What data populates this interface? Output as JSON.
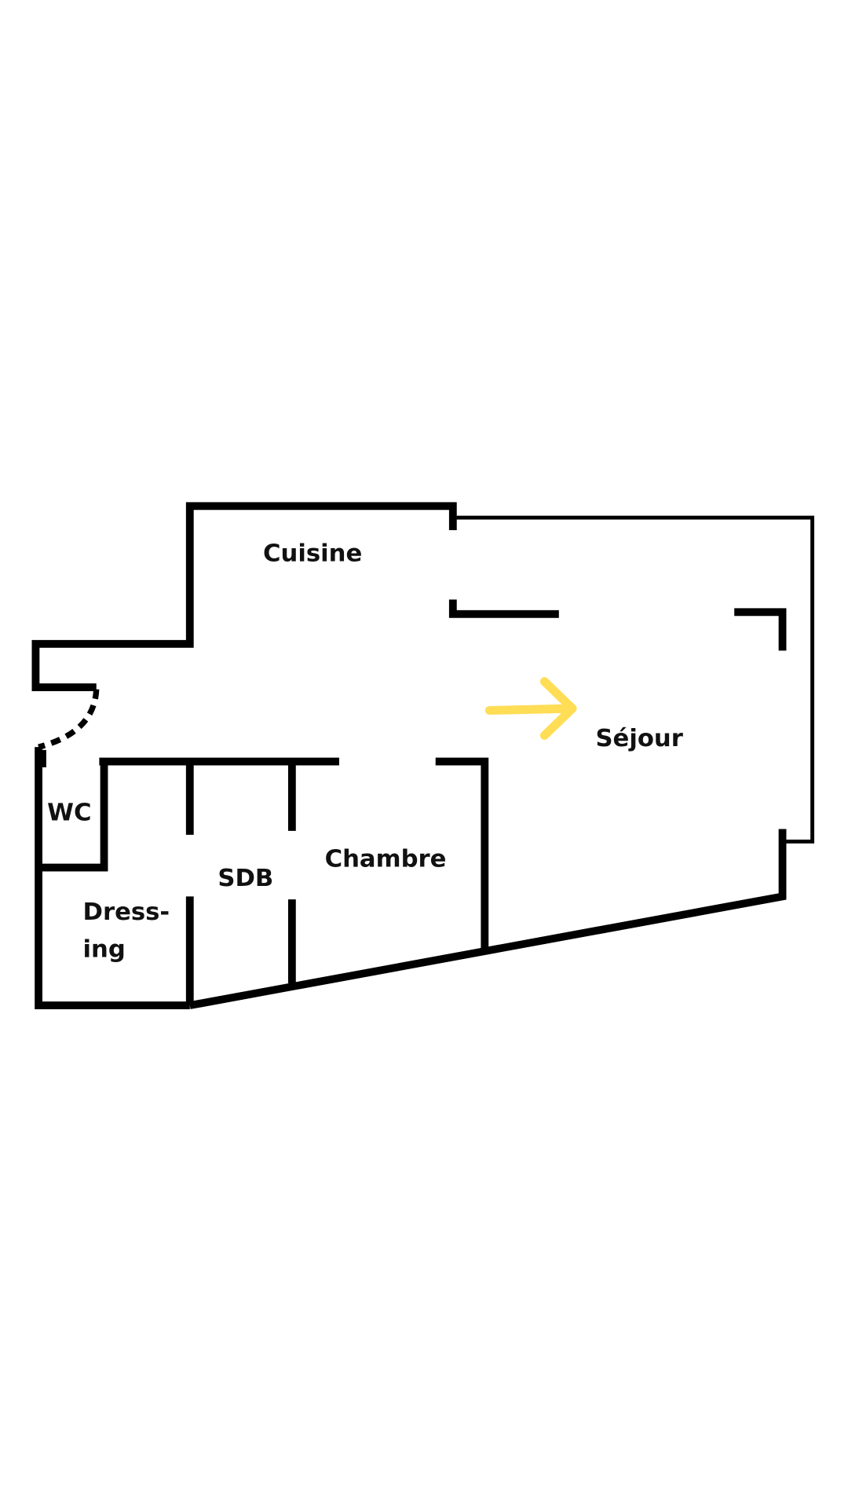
{
  "floor_plan": {
    "rooms": {
      "cuisine": "Cuisine",
      "sejour": "Séjour",
      "wc": "WC",
      "sdb": "SDB",
      "chambre": "Chambre",
      "dressing_line1": "Dress-",
      "dressing_line2": "ing"
    },
    "colors": {
      "walls": "#000000",
      "arrow": "#FFDD55",
      "background": "#FFFFFF"
    }
  }
}
